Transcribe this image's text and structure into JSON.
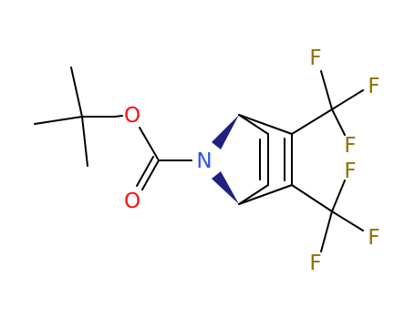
{
  "atoms": {
    "o_ester": "O",
    "o_carbonyl": "O",
    "n_bridge": "N",
    "f_top_1": "F",
    "f_top_2": "F",
    "f_top_3": "F",
    "f_bot_1": "F",
    "f_bot_2": "F",
    "f_bot_3": "F"
  },
  "colors": {
    "bond": "#000000",
    "oxygen": "#ff0d0d",
    "nitrogen": "#3050f8",
    "fluorine": "#907000",
    "wedge": "#202080"
  }
}
